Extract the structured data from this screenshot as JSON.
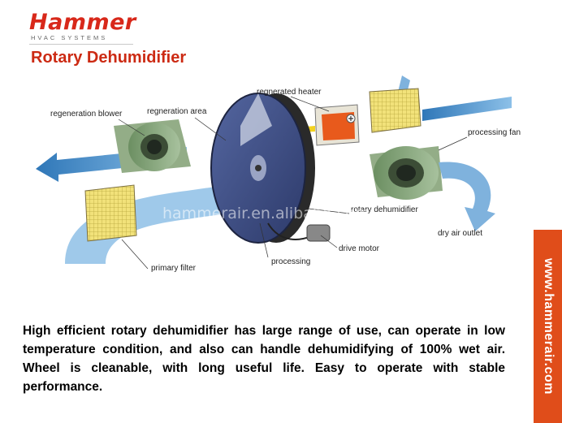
{
  "brand": {
    "name": "Hammer",
    "tagline": "HVAC SYSTEMS"
  },
  "slide": {
    "title": "Rotary Dehumidifier"
  },
  "diagram": {
    "labels": {
      "regeneration_blower": "regeneration blower",
      "regeneration_area": "regneration area",
      "regenerated_heater": "regnerated heater",
      "processing_fan": "processing fan",
      "rotary_dehumidifier": "rotary dehumidifier",
      "dry_air_outlet": "dry air outlet",
      "drive_motor": "drive motor",
      "processing": "processing",
      "primary_filter": "primary filter"
    },
    "watermark": "hammerair.en.alibaba.com"
  },
  "description": "High efficient rotary dehumidifier has large range of use, can operate in low temperature condition, and also can handle dehumidifying of 100% wet air. Wheel is cleanable, with long useful life. Easy to operate with stable performance.",
  "side_banner": {
    "text": "www.hammerair.com"
  },
  "colors": {
    "brand_red": "#d8281a",
    "title_red": "#cc2a13",
    "banner_orange": "#e04d1a",
    "air_blue": "#3d86c4",
    "filter_yellow": "#e8d870",
    "heater_orange": "#e85a1c",
    "wheel_blue": "#3c4e86"
  }
}
